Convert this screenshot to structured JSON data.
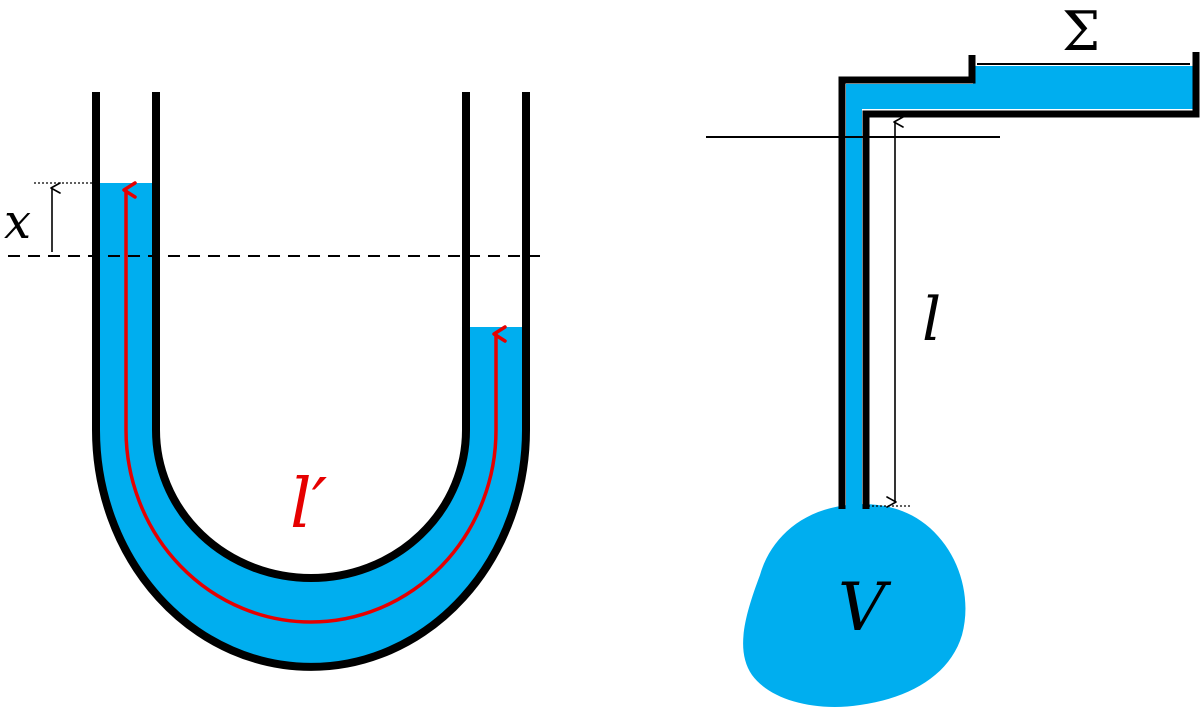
{
  "labels": {
    "displacement": "x",
    "u_tube_length": "l′",
    "neck_length": "l",
    "cross_section": "Σ",
    "volume": "V"
  },
  "colors": {
    "liquid": "#00aeef",
    "wall": "#000000",
    "arrow": "#e60000",
    "background": "#ffffff"
  }
}
